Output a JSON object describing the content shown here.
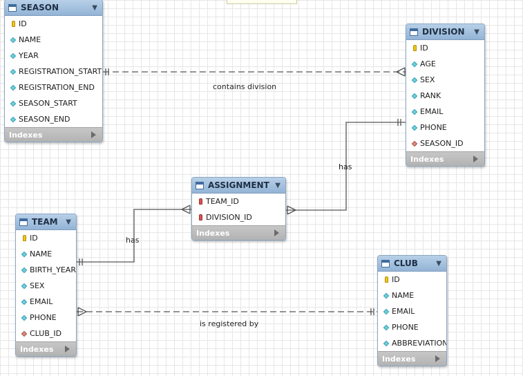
{
  "tables": {
    "season": {
      "name": "SEASON",
      "columns": [
        {
          "label": "ID",
          "icon": "primary-key-icon"
        },
        {
          "label": "NAME",
          "icon": "column-icon"
        },
        {
          "label": "YEAR",
          "icon": "column-icon"
        },
        {
          "label": "REGISTRATION_START",
          "icon": "column-icon"
        },
        {
          "label": "REGISTRATION_END",
          "icon": "column-icon"
        },
        {
          "label": "SEASON_START",
          "icon": "column-icon"
        },
        {
          "label": "SEASON_END",
          "icon": "column-icon"
        }
      ],
      "footer": "Indexes"
    },
    "division": {
      "name": "DIVISION",
      "columns": [
        {
          "label": "ID",
          "icon": "primary-key-icon"
        },
        {
          "label": "AGE",
          "icon": "column-icon"
        },
        {
          "label": "SEX",
          "icon": "column-icon"
        },
        {
          "label": "RANK",
          "icon": "column-icon"
        },
        {
          "label": "EMAIL",
          "icon": "column-icon"
        },
        {
          "label": "PHONE",
          "icon": "column-icon"
        },
        {
          "label": "SEASON_ID",
          "icon": "foreign-key-column-icon"
        }
      ],
      "footer": "Indexes"
    },
    "assignment": {
      "name": "ASSIGNMENT",
      "columns": [
        {
          "label": "TEAM_ID",
          "icon": "foreign-primary-key-icon"
        },
        {
          "label": "DIVISION_ID",
          "icon": "foreign-primary-key-icon"
        }
      ],
      "footer": "Indexes"
    },
    "team": {
      "name": "TEAM",
      "columns": [
        {
          "label": "ID",
          "icon": "primary-key-icon"
        },
        {
          "label": "NAME",
          "icon": "column-icon"
        },
        {
          "label": "BIRTH_YEAR",
          "icon": "column-icon"
        },
        {
          "label": "SEX",
          "icon": "column-icon"
        },
        {
          "label": "EMAIL",
          "icon": "column-icon"
        },
        {
          "label": "PHONE",
          "icon": "column-icon"
        },
        {
          "label": "CLUB_ID",
          "icon": "foreign-key-column-icon"
        }
      ],
      "footer": "Indexes"
    },
    "club": {
      "name": "CLUB",
      "columns": [
        {
          "label": "ID",
          "icon": "primary-key-icon"
        },
        {
          "label": "NAME",
          "icon": "column-icon"
        },
        {
          "label": "EMAIL",
          "icon": "column-icon"
        },
        {
          "label": "PHONE",
          "icon": "column-icon"
        },
        {
          "label": "ABBREVIATION",
          "icon": "column-icon"
        }
      ],
      "footer": "Indexes"
    }
  },
  "relationships": {
    "season_division": "contains division",
    "team_assignment": "has",
    "division_assignment": "has",
    "team_club": "is registered by"
  },
  "colors": {
    "header": "#93b4d6",
    "footer": "#b3b3b3",
    "line": "#555555"
  }
}
